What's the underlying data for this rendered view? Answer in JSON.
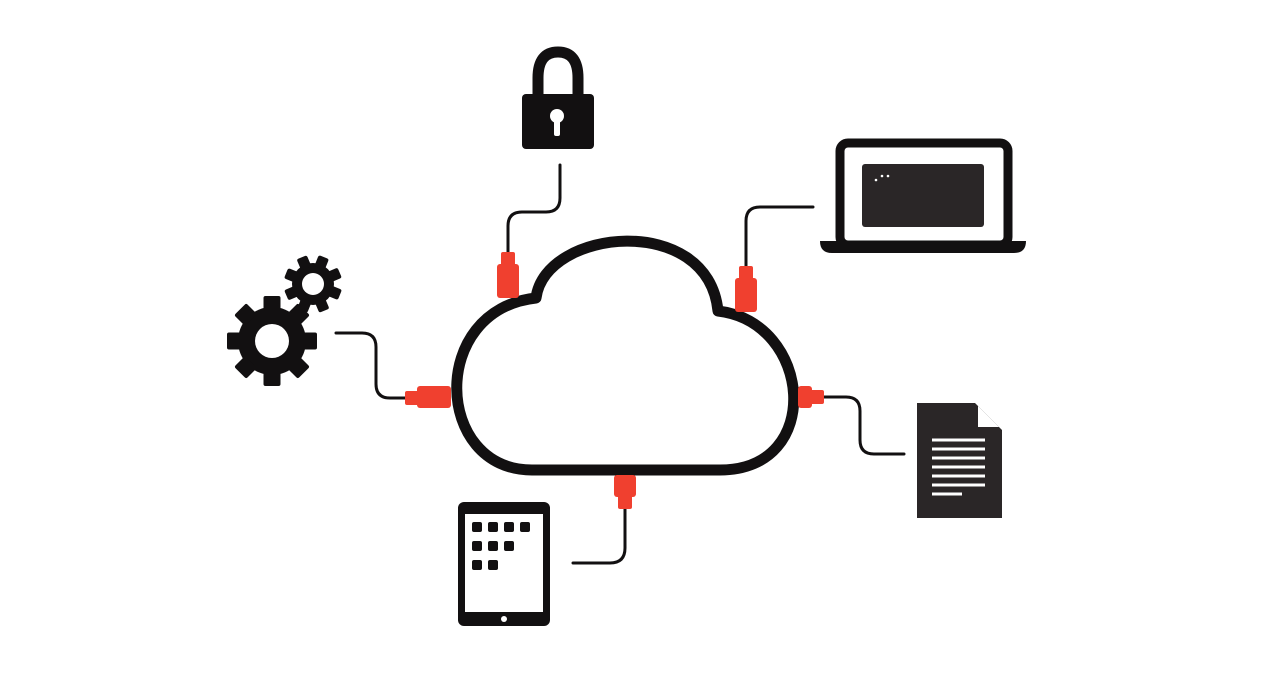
{
  "colors": {
    "background": "#ffffff",
    "outline": "#121011",
    "connector": "#f0402f",
    "screen_fill": "#2a2627"
  },
  "diagram": {
    "center": {
      "icon": "cloud-icon"
    },
    "nodes": [
      {
        "id": "lock",
        "icon": "padlock-icon"
      },
      {
        "id": "laptop",
        "icon": "laptop-icon"
      },
      {
        "id": "document",
        "icon": "document-icon"
      },
      {
        "id": "tablet",
        "icon": "tablet-icon"
      },
      {
        "id": "settings",
        "icon": "gears-icon"
      }
    ]
  }
}
